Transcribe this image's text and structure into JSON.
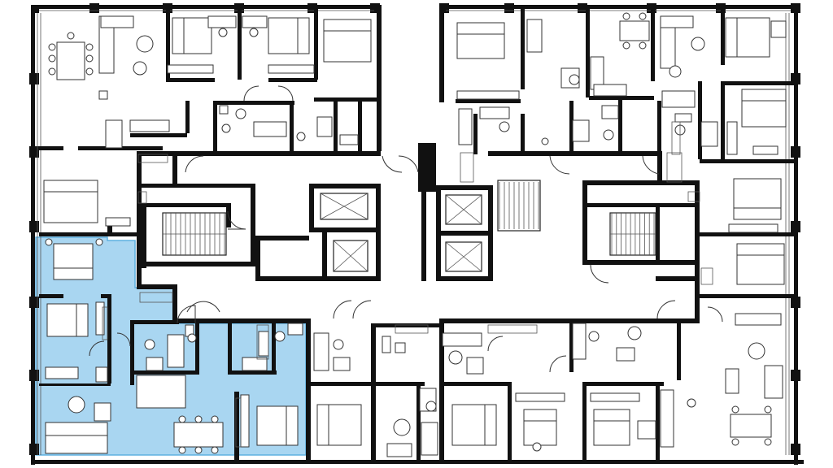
{
  "plan": {
    "highlight_color": "#a9d6f1",
    "highlight_stroke": "#5fb0e0",
    "wall_color": "#111111",
    "background": "#ffffff"
  },
  "elements": {
    "highlighted_unit": "selected-apartment",
    "stair_count": 2,
    "elevator_count": 4
  }
}
